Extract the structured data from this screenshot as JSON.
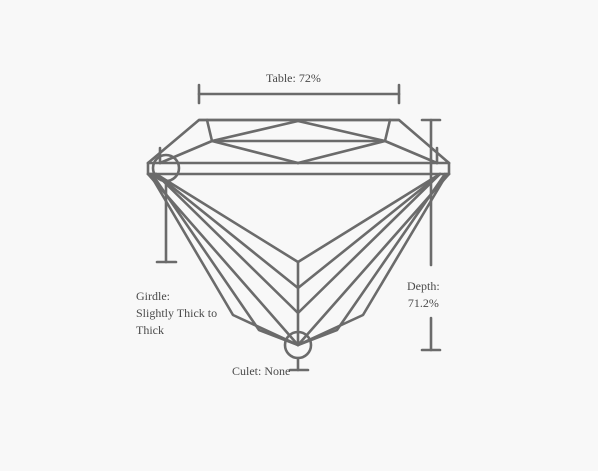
{
  "table": {
    "text": "Table: 72%"
  },
  "girdle": {
    "title": "Girdle:",
    "line1": "Slightly Thick to",
    "line2": "Thick"
  },
  "depth": {
    "title": "Depth:",
    "value": "71.2%"
  },
  "culet": {
    "text": "Culet: None"
  },
  "colors": {
    "stroke": "#6b6b6b",
    "text": "#4a4a4a",
    "background": "#f8f8f8"
  }
}
